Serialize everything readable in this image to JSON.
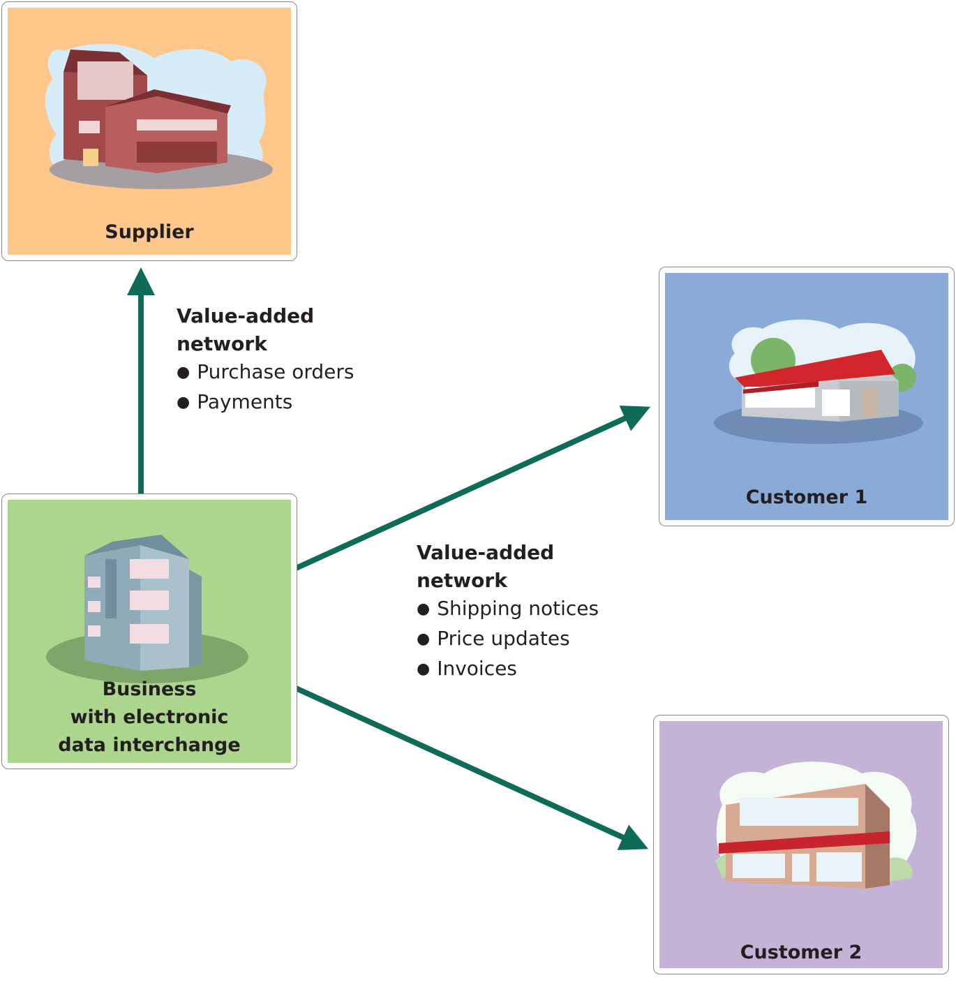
{
  "colors": {
    "arrow": "#0d6b57",
    "supplier_bg": "#fdc78b",
    "business_bg": "#acd68e",
    "customer1_bg": "#8aaad8",
    "customer2_bg": "#c5b3d7"
  },
  "nodes": {
    "supplier": {
      "label": "Supplier",
      "icon": "office-building-icon"
    },
    "business": {
      "label_lines": [
        "Business",
        "with electronic",
        "data interchange"
      ],
      "icon": "office-tower-icon"
    },
    "customer1": {
      "label": "Customer 1",
      "icon": "retail-store-icon"
    },
    "customer2": {
      "label": "Customer 2",
      "icon": "store-building-icon"
    }
  },
  "edges": [
    {
      "from": "business",
      "to": "supplier"
    },
    {
      "from": "business",
      "to": "customer1"
    },
    {
      "from": "business",
      "to": "customer2"
    }
  ],
  "networks": {
    "supplier_link": {
      "title": "Value-added network",
      "items": [
        "Purchase orders",
        "Payments"
      ]
    },
    "customer_link": {
      "title": "Value-added network",
      "items": [
        "Shipping notices",
        "Price updates",
        "Invoices"
      ]
    }
  }
}
